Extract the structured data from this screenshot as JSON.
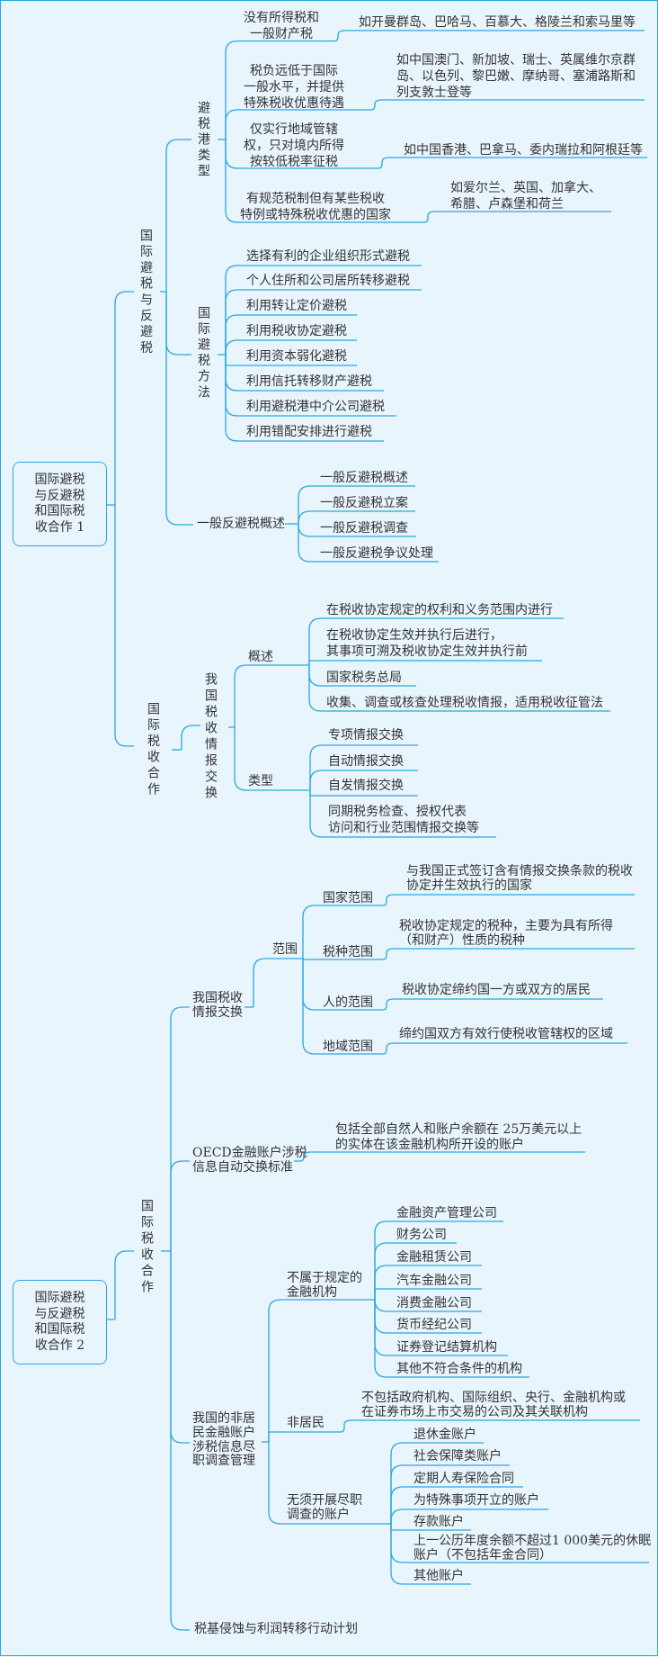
{
  "root1": "国际避税\n与反避税\n和国际税\n收合作 1",
  "root2": "国际避税\n与反避税\n和国际税\n收合作 2",
  "part1": {
    "title": "国际避税与反避税",
    "havens": {
      "title": "避税港类型",
      "items": [
        {
          "type": "没有所得税和\n一般财产税",
          "examples": "如开曼群岛、巴哈马、百慕大、格陵兰和索马里等"
        },
        {
          "type": "税负远低于国际\n一般水平，并提供\n特殊税收优惠待遇",
          "examples": "如中国澳门、新加坡、瑞士、英属维尔京群\n岛、以色列、黎巴嫩、摩纳哥、塞浦路斯和\n列支敦士登等"
        },
        {
          "type": "仅实行地域管辖\n权，只对境内所得\n按较低税率征税",
          "examples": "如中国香港、巴拿马、委内瑞拉和阿根廷等"
        },
        {
          "type": "有规范税制但有某些税收\n特例或特殊税收优惠的国家",
          "examples": "如爱尔兰、英国、加拿大、\n希腊、卢森堡和荷兰"
        }
      ]
    },
    "methods": {
      "title": "国际避税方法",
      "items": [
        "选择有利的企业组织形式避税",
        "个人住所和公司居所转移避税",
        "利用转让定价避税",
        "利用税收协定避税",
        "利用资本弱化避税",
        "利用信托转移财产避税",
        "利用避税港中介公司避税",
        "利用错配安排进行避税"
      ]
    },
    "general": {
      "title": "一般反避税概述",
      "items": [
        "一般反避税概述",
        "一般反避税立案",
        "一般反避税调查",
        "一般反避税争议处理"
      ]
    }
  },
  "coop1": {
    "title": "国际税收合作",
    "exchange": {
      "title": "我国税收情报交换",
      "overview": {
        "title": "概述",
        "items": [
          "在税收协定规定的权利和义务范围内进行",
          "在税收协定生效并执行后进行，\n其事项可溯及税收协定生效并执行前",
          "国家税务总局",
          "收集、调查或核查处理税收情报，适用税收征管法"
        ]
      },
      "types": {
        "title": "类型",
        "items": [
          "专项情报交换",
          "自动情报交换",
          "自发情报交换",
          "同期税务检查、授权代表\n访问和行业范围情报交换等"
        ]
      }
    }
  },
  "coop2": {
    "title": "国际税收合作",
    "exchange": {
      "title": "我国税收\n情报交换",
      "scope": {
        "title": "范围",
        "items": [
          {
            "name": "国家范围",
            "desc": "与我国正式签订含有情报交换条款的税收\n协定并生效执行的国家"
          },
          {
            "name": "税种范围",
            "desc": "税收协定规定的税种，主要为具有所得\n（和财产）性质的税种"
          },
          {
            "name": "人的范围",
            "desc": "税收协定缔约国一方或双方的居民"
          },
          {
            "name": "地域范围",
            "desc": "缔约国双方有效行使税收管辖权的区域"
          }
        ]
      }
    },
    "oecd": {
      "title": "OECD金融账户涉税\n信息自动交换标准",
      "desc": "包括全部自然人和账户余额在 25万美元以上\n的实体在该金融机构所开设的账户"
    },
    "nonres": {
      "title": "我国的非居\n民金融账户\n涉税信息尽\n职调查管理",
      "excluded": {
        "title": "不属于规定的\n金融机构",
        "items": [
          "金融资产管理公司",
          "财务公司",
          "金融租赁公司",
          "汽车金融公司",
          "消费金融公司",
          "货币经纪公司",
          "证券登记结算机构",
          "其他不符合条件的机构"
        ]
      },
      "nonresident": {
        "title": "非居民",
        "desc": "不包括政府机构、国际组织、央行、金融机构或\n在证券市场上市交易的公司及其关联机构"
      },
      "exempt": {
        "title": "无须开展尽职\n调查的账户",
        "items": [
          "退休金账户",
          "社会保障类账户",
          "定期人寿保险合同",
          "为特殊事项开立的账户",
          "存款账户",
          "上一公历年度余额不超过1 000美元的休眠\n账户（不包括年金合同）",
          "其他账户"
        ]
      }
    },
    "beps": "税基侵蚀与利润转移行动计划"
  },
  "colors": {
    "line": "#2aa7df",
    "background": "#e9f5fd",
    "text": "#333333"
  }
}
